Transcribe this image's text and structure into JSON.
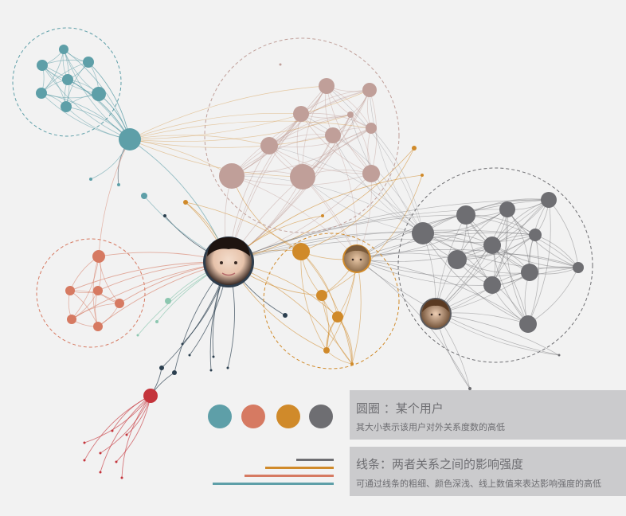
{
  "colors": {
    "teal": "#5e9fa8",
    "salmon": "#d67a62",
    "orange": "#d08a2a",
    "gray": "#6e6e72",
    "rose": "#c09f99",
    "red": "#c4343b",
    "navy": "#2b3f4f",
    "mint": "#8dc7b0"
  },
  "legend": {
    "circle_title": "圆圈 ：某个用户",
    "circle_desc": "其大小表示该用户对外关系度数的高低",
    "line_title": "线条：两者关系之间的影响强度",
    "line_desc": "可通过线条的粗细、颜色深浅、线上数值来表达影响强度的高低"
  }
}
